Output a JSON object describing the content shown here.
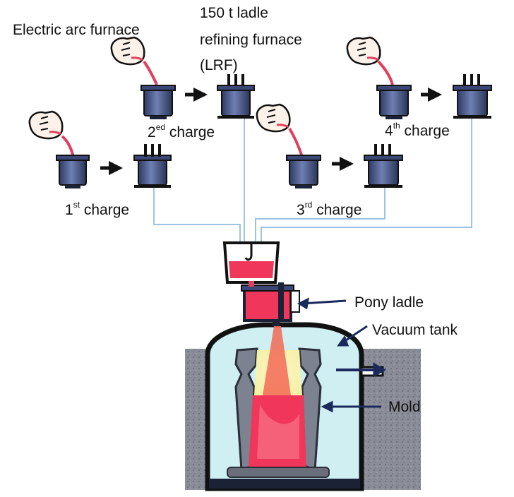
{
  "labels": {
    "eaf": "Electric arc furnace",
    "lrf_line1": "150 t ladle",
    "lrf_line2": "refining furnace",
    "lrf_line3": "(LRF)",
    "charge1_num": "1",
    "charge1_sup": "st",
    "charge2_num": "2",
    "charge2_sup": "ed",
    "charge3_num": "3",
    "charge3_sup": "rd",
    "charge4_num": "4",
    "charge4_sup": "th",
    "charge_word": "charge",
    "pony_ladle": "Pony ladle",
    "vacuum_tank": "Vacuum tank",
    "mold": "Mold"
  },
  "colors": {
    "furnace_body": "#4b5a8c",
    "furnace_dark": "#1b2236",
    "molten_metal": "#f0365a",
    "pour_stream": "#e0405e",
    "vacuum_tank_fill": "#cfeff3",
    "concrete": "#8a8d97",
    "mold_grey": "#7d8290",
    "yellow_zone": "#f6f3b8",
    "pipe_line": "#9cc3e6",
    "arrow_dark": "#1a2a5c"
  }
}
